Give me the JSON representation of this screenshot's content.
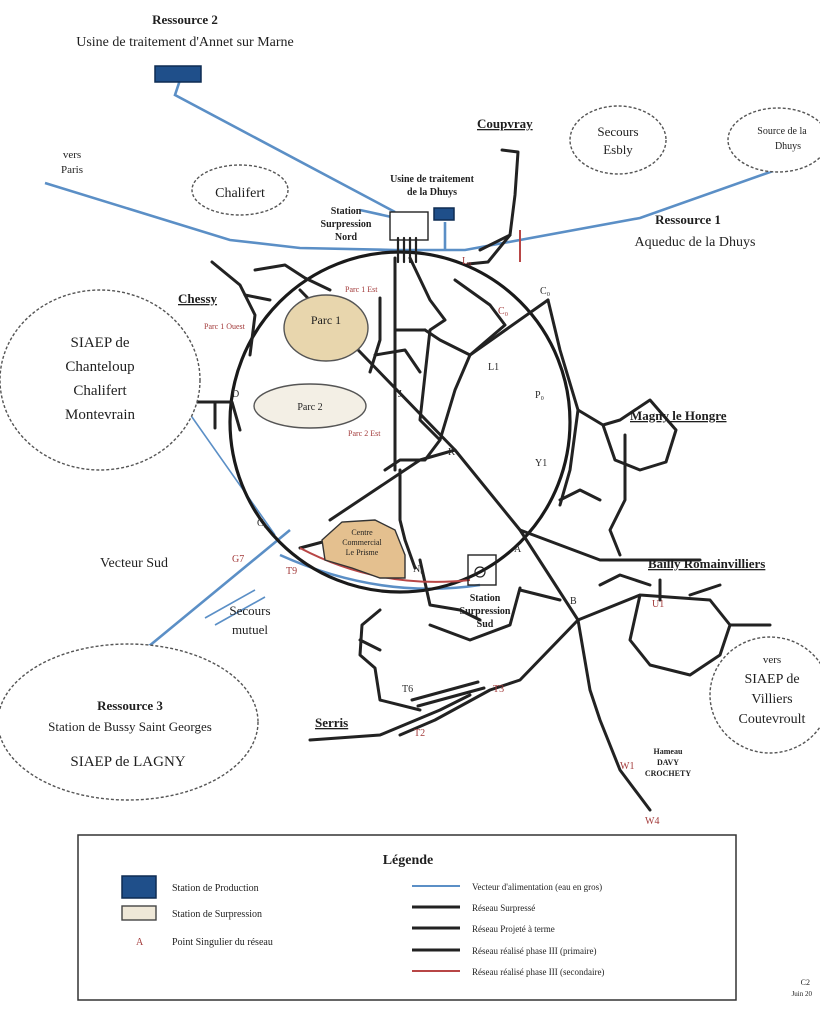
{
  "resources": {
    "r2_title": "Ressource 2",
    "r2_sub": "Usine de traitement d'Annet sur Marne",
    "r1_title": "Ressource 1",
    "r1_sub": "Aqueduc de la Dhuys",
    "r3_title": "Ressource 3",
    "r3_sub": "Station de Bussy Saint Georges",
    "r3_org": "SIAEP de LAGNY"
  },
  "places": {
    "coupvray": "Coupvray",
    "chessy": "Chessy",
    "magny": "Magny le Hongre",
    "bailly": "Bailly Romainvilliers",
    "serris": "Serris",
    "chalifert": "Chalifert",
    "vers_paris_1": "vers",
    "vers_paris_2": "Paris",
    "source_dhuys_1": "Source de la",
    "source_dhuys_2": "Dhuys",
    "secours_esbly_1": "Secours",
    "secours_esbly_2": "Esbly",
    "siaep_chanteloup": [
      "SIAEP de",
      "Chanteloup",
      "Chalifert",
      "Montevrain"
    ],
    "siaep_villiers": [
      "vers",
      "SIAEP de",
      "Villiers",
      "Coutevroult"
    ],
    "vecteur_sud": "Vecteur Sud",
    "secours_mutuel_1": "Secours",
    "secours_mutuel_2": "mutuel"
  },
  "stations": {
    "nord_1": "Station",
    "nord_2": "Surpression",
    "nord_3": "Nord",
    "dhuys_1": "Usine de traitement",
    "dhuys_2": "de la Dhuys",
    "sud_1": "Station",
    "sud_2": "Surpression",
    "sud_3": "Sud",
    "parc1": "Parc 1",
    "parc2": "Parc 2",
    "parc1_est": "Parc 1 Est",
    "parc1_ouest": "Parc 1 Ouest",
    "parc2_est": "Parc 2 Est",
    "centre_1": "Centre",
    "centre_2": "Commercial",
    "centre_3": "Le Prisme"
  },
  "points": {
    "L0": "L₀",
    "C0": "C₀",
    "C0b": "C₀",
    "L1": "L1",
    "D": "D",
    "J": "J",
    "P0": "P₀",
    "K": "K",
    "Y1": "Y1",
    "C0s": "C₀",
    "G7": "G7",
    "T9": "T9",
    "N0": "N₀",
    "A": "A",
    "B": "B",
    "U1": "U1",
    "T6": "T6",
    "T3": "T3",
    "T2": "T2",
    "W1": "W1",
    "W4": "W4"
  },
  "hamlet": [
    "Hameau",
    "DAVY",
    "CROCHETY"
  ],
  "legend": {
    "title": "Légende",
    "production": "Station de Production",
    "surpression": "Station de Surpression",
    "point_letter": "A",
    "point_label": "Point Singulier du réseau",
    "vecteur": "Vecteur d'alimentation (eau en gros)",
    "surpresse": "Réseau Surpressé",
    "projete": "Réseau Projeté à terme",
    "primaire": "Réseau réalisé phase III (primaire)",
    "secondaire": "Réseau réalisé phase III (secondaire)"
  },
  "corner": [
    "C2",
    "Juin 20"
  ],
  "colors": {
    "vector": "#5b8fc6",
    "network": "#222222",
    "secondary": "#b84646",
    "production": "#1f4f8a",
    "parc": "#e8d6ad"
  }
}
